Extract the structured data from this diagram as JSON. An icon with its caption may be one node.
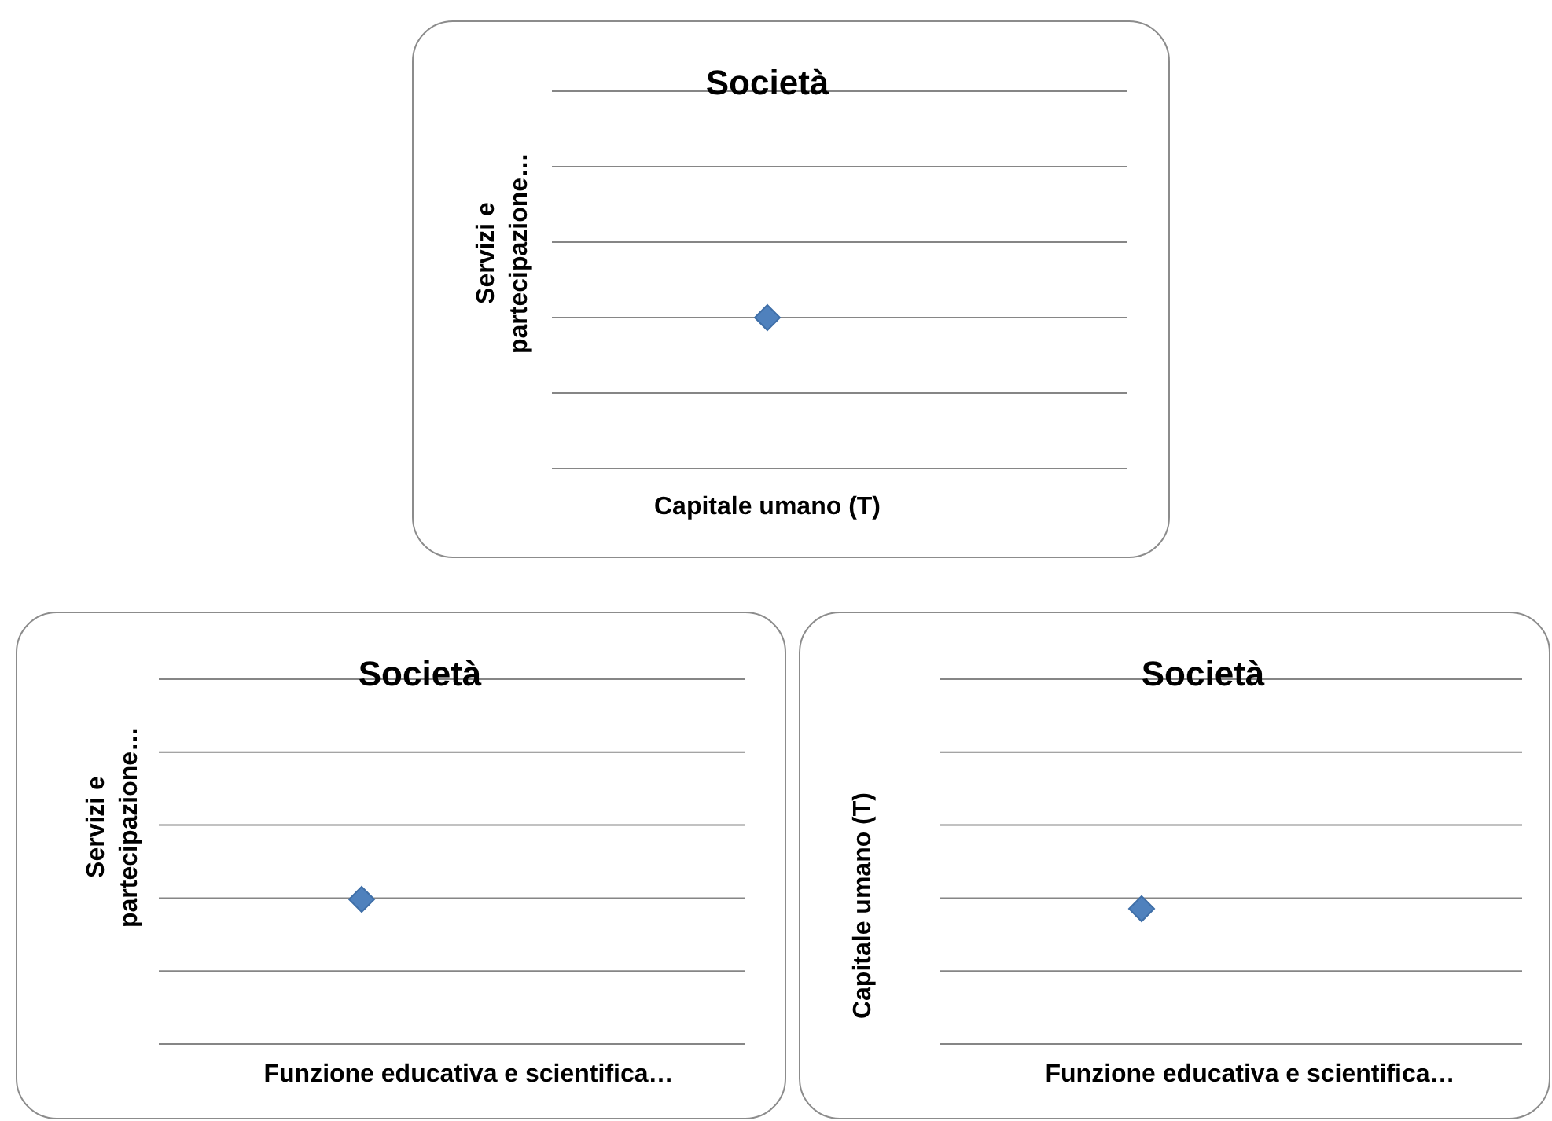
{
  "diagram": {
    "nodes": [
      {
        "text": [
          "Società",
          "Servizi e partecipazione…",
          "Capitale umano (T)"
        ]
      },
      {
        "text": [
          "Società",
          "Servizi e partecipazione…",
          "Funzione educativa e scientifica…"
        ]
      },
      {
        "text": [
          "Società",
          "Capitale umano (T)",
          "Funzione educativa e scientifica…"
        ]
      }
    ]
  }
}
